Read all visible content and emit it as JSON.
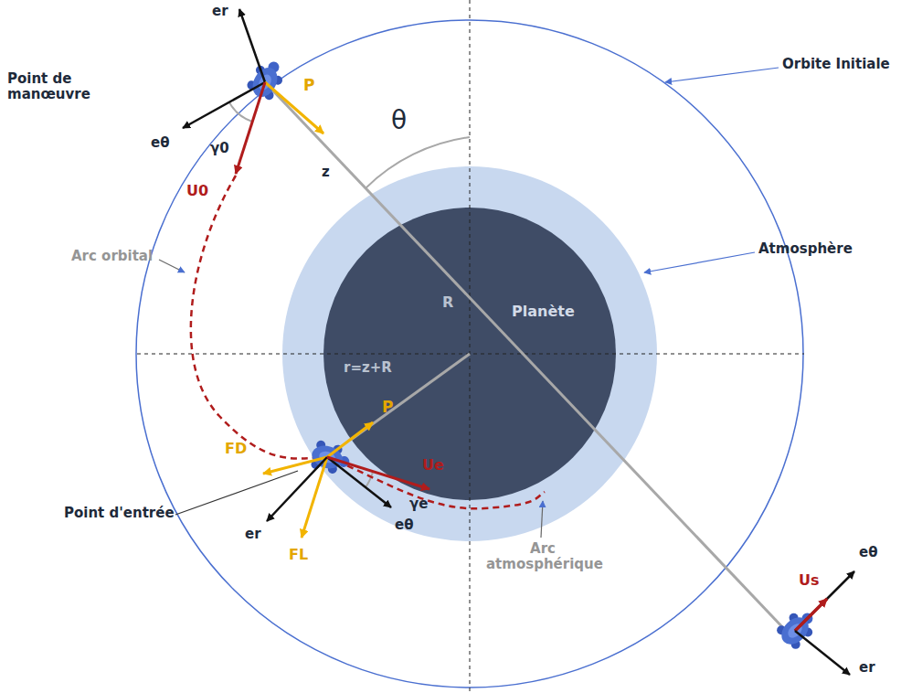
{
  "diagram": {
    "nodes": [
      {
        "text": [
          "Planète"
        ]
      }
    ],
    "labels": [
      "Point de manœuvre",
      "er",
      "eθ",
      "γ0",
      "P",
      "θ",
      "z",
      "U0",
      "Orbite Initiale",
      "Arc orbital",
      "Atmosphère",
      "R",
      "r=z+R",
      "FD",
      "P",
      "Ue",
      "Point d'entrée",
      "er",
      "FL",
      "eθ",
      "γe",
      "Arc atmosphérique",
      "eθ",
      "Us",
      "er"
    ]
  }
}
